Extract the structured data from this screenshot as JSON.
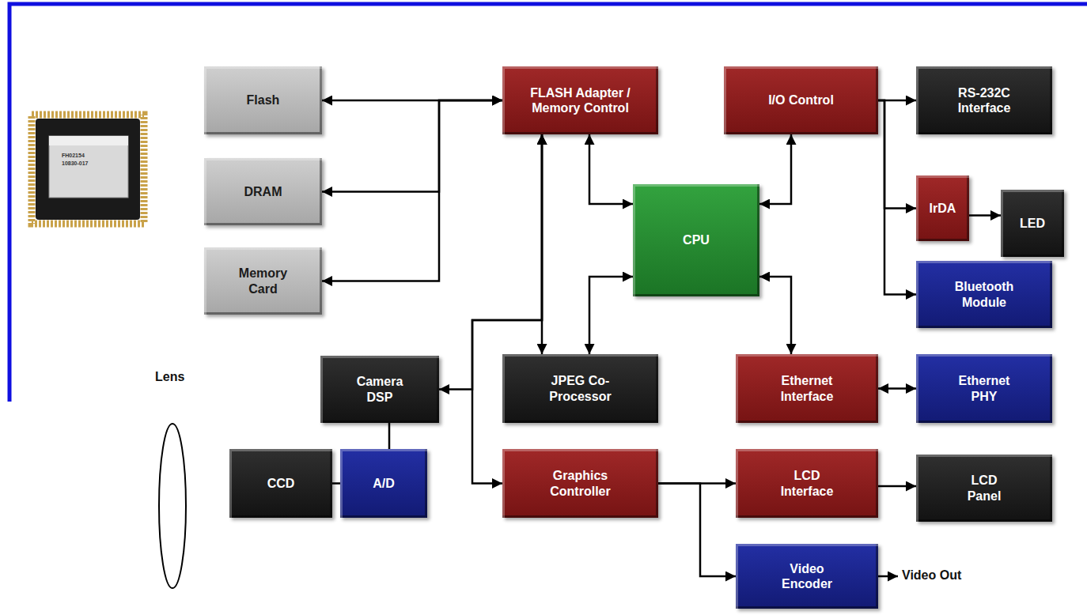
{
  "diagram": {
    "nodes": [
      {
        "text": [
          "Flash"
        ]
      },
      {
        "text": [
          "FLASH Adapter / Memory Control"
        ]
      },
      {
        "text": [
          "I/O Control"
        ]
      },
      {
        "text": [
          "RS-232C Interface"
        ]
      },
      {
        "text": [
          "DRAM"
        ]
      },
      {
        "text": [
          "CPU"
        ]
      },
      {
        "text": [
          "IrDA"
        ]
      },
      {
        "text": [
          "LED"
        ]
      },
      {
        "text": [
          "Memory Card"
        ]
      },
      {
        "text": [
          "Bluetooth Module"
        ]
      },
      {
        "text": [
          "Camera DSP"
        ]
      },
      {
        "text": [
          "JPEG Co-Processor"
        ]
      },
      {
        "text": [
          "Ethernet Interface"
        ]
      },
      {
        "text": [
          "Ethernet PHY"
        ]
      },
      {
        "text": [
          "CCD"
        ]
      },
      {
        "text": [
          "A/D"
        ]
      },
      {
        "text": [
          "Graphics Controller"
        ]
      },
      {
        "text": [
          "LCD Interface"
        ]
      },
      {
        "text": [
          "LCD Panel"
        ]
      },
      {
        "text": [
          "Video Encoder"
        ]
      }
    ],
    "edges": [
      {
        "from": 1,
        "to": 0,
        "arrow": "both"
      },
      {
        "from": 1,
        "to": 4,
        "arrow": "both"
      },
      {
        "from": 1,
        "to": 8,
        "arrow": "both"
      },
      {
        "from": 1,
        "to": 5,
        "arrow": "both"
      },
      {
        "from": 1,
        "to": 11,
        "arrow": "both"
      },
      {
        "from": 1,
        "to": 10,
        "arrow": "both"
      },
      {
        "from": 1,
        "to": 16,
        "arrow": "both"
      },
      {
        "from": 5,
        "to": 11,
        "arrow": "both"
      },
      {
        "from": 5,
        "to": 2,
        "arrow": "both"
      },
      {
        "from": 5,
        "to": 12,
        "arrow": "both"
      },
      {
        "from": 2,
        "to": 3,
        "arrow": "to"
      },
      {
        "from": 2,
        "to": 6,
        "arrow": "to"
      },
      {
        "from": 2,
        "to": 9,
        "arrow": "to"
      },
      {
        "from": 6,
        "to": 7,
        "arrow": "to"
      },
      {
        "from": 12,
        "to": 13,
        "arrow": "both"
      },
      {
        "from": 15,
        "to": 10,
        "arrow": "none"
      },
      {
        "from": 14,
        "to": 15,
        "arrow": "none"
      },
      {
        "from": 16,
        "to": 17,
        "arrow": "to"
      },
      {
        "from": 16,
        "to": 19,
        "arrow": "to"
      },
      {
        "from": 17,
        "to": 18,
        "arrow": "to"
      }
    ],
    "labels": [
      "FH02154",
      "10830-017",
      "Lens",
      "Video Out"
    ]
  }
}
